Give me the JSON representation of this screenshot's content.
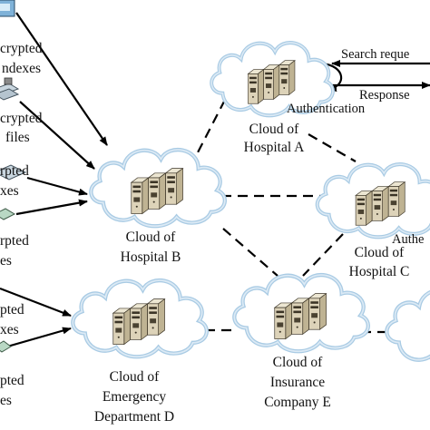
{
  "diagram": {
    "nodes": [
      {
        "id": "hospital-a",
        "lines": [
          "Cloud of",
          "Hospital A"
        ]
      },
      {
        "id": "hospital-b",
        "lines": [
          "Cloud of",
          "Hospital B"
        ]
      },
      {
        "id": "hospital-c",
        "lines": [
          "Cloud of",
          "Hospital C"
        ]
      },
      {
        "id": "emergency-d",
        "lines": [
          "Cloud of",
          "Emergency",
          "Department D"
        ]
      },
      {
        "id": "insurance-e",
        "lines": [
          "Cloud of",
          "Insurance",
          "Company E"
        ]
      }
    ],
    "edge_labels": {
      "search_request": "Search reque",
      "response": "Response",
      "authentication_a": "Authentication",
      "authentication_c": "Authe"
    },
    "side_labels": {
      "encrypted_indexes_1": [
        "crypted",
        "ndexes"
      ],
      "encrypted_files_1": [
        "crypted",
        "files"
      ],
      "encrypted_indexes_2": [
        "rpted",
        "xes"
      ],
      "encrypted_files_2": [
        "rpted",
        "es"
      ],
      "encrypted_indexes_3": [
        "pted",
        "xes"
      ],
      "encrypted_files_3": [
        "pted",
        "es"
      ]
    },
    "colors": {
      "cloud_fill": "#ffffff",
      "cloud_stroke": "#a9cbe4",
      "server_fill": "#d9d0b8",
      "server_dark": "#3b3426",
      "line": "#000000"
    }
  }
}
